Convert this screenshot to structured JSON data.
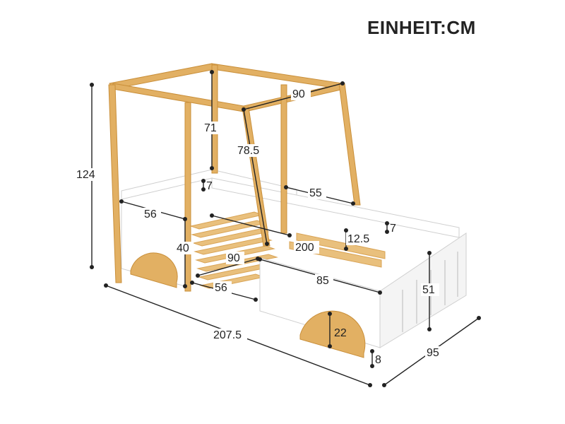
{
  "unit_label": "EINHEIT:CM",
  "dimensions": {
    "total_height": "124",
    "roof_width": "90",
    "roof_height": "71",
    "post_diagonal": "78.5",
    "slat_gap": "7",
    "rail_length_front": "55",
    "rail_height_front": "56",
    "rail_height_side": "40",
    "bed_width": "90",
    "bed_length": "200",
    "guard_gap": "12.5",
    "guard_gap_right": "7",
    "side_panel_length": "85",
    "opening_width": "56",
    "end_panel_height": "51",
    "wheel_height": "22",
    "foot_height": "8",
    "overall_length": "207.5",
    "overall_width": "95"
  },
  "colors": {
    "wood": "#E2B063",
    "wood_dark": "#C98F3A",
    "panel": "#FFFFFF",
    "panel_shade": "#EDEDED",
    "line": "#222222"
  }
}
